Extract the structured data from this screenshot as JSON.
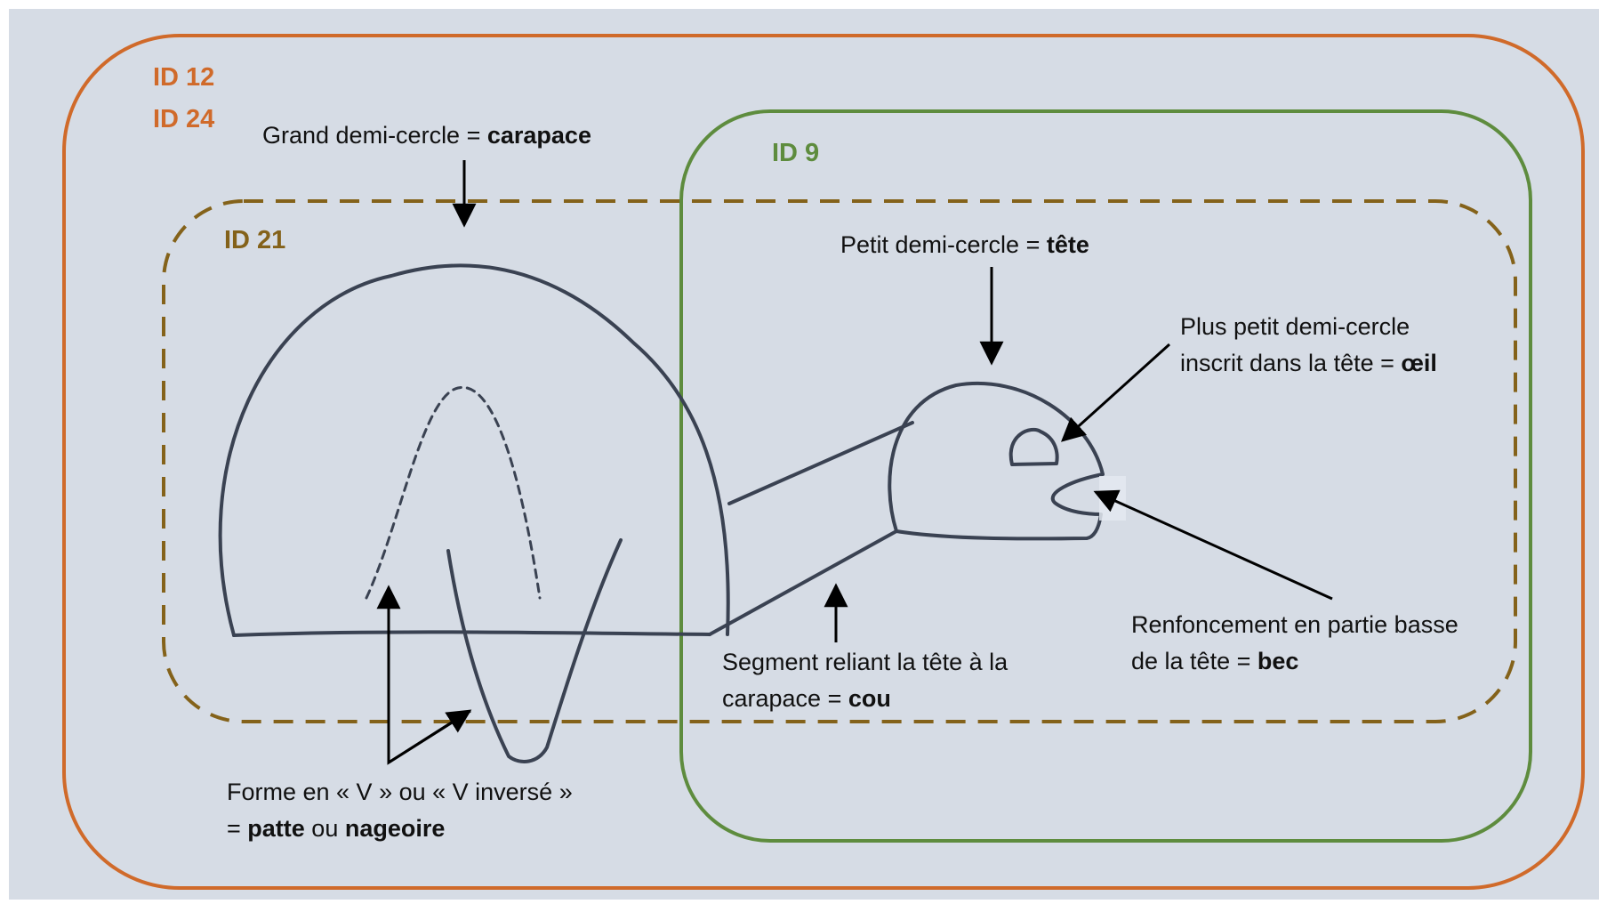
{
  "colors": {
    "background": "#d6dce5",
    "outer_box": "#d06a2a",
    "green_box": "#5e8c3e",
    "dashed_box": "#84621a",
    "drawing": "#3a4252",
    "arrow": "#000000",
    "text": "#111111"
  },
  "ids": {
    "id12": "ID  12",
    "id24": "ID 24",
    "id9": "ID 9",
    "id21": "ID  21"
  },
  "labels": {
    "carapace": {
      "pre": "Grand demi-cercle = ",
      "bold": "carapace"
    },
    "tete": {
      "pre": "Petit demi-cercle = ",
      "bold": "tête"
    },
    "oeil": {
      "line1": "Plus petit demi-cercle",
      "pre": "inscrit dans la tête = ",
      "bold": "œil"
    },
    "bec": {
      "line1": "Renfoncement en partie basse",
      "pre": "de la tête = ",
      "bold": "bec"
    },
    "cou": {
      "line1": "Segment reliant la tête à la",
      "pre": "carapace = ",
      "bold": "cou"
    },
    "patte": {
      "line1": "Forme en « V » ou « V inversé »",
      "pre": "= ",
      "bold1": "patte",
      "mid": " ou ",
      "bold2": "nageoire"
    }
  }
}
